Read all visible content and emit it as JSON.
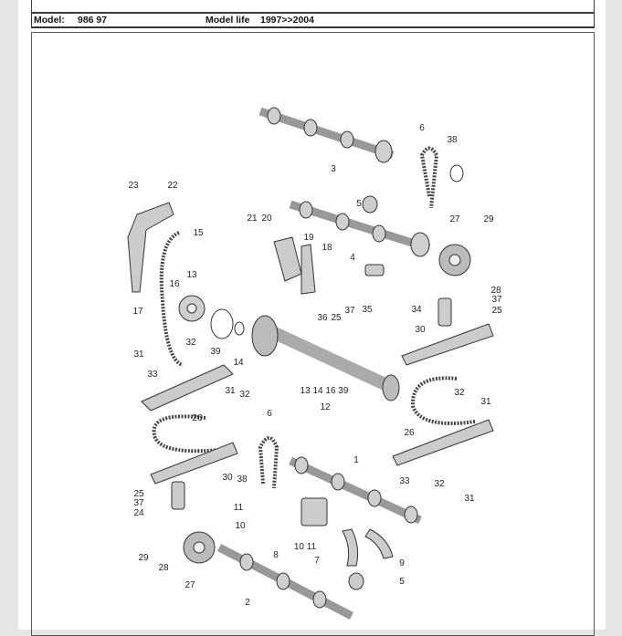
{
  "header": {
    "model_label": "Model:",
    "model_value": "986 97",
    "model_life_label": "Model life",
    "model_life_value": "1997>>2004"
  },
  "diagram": {
    "callouts": [
      "3",
      "6",
      "38",
      "23",
      "22",
      "21",
      "20",
      "5",
      "27",
      "29",
      "15",
      "19",
      "18",
      "4",
      "13",
      "16",
      "28",
      "37",
      "25",
      "34",
      "36",
      "25",
      "37",
      "35",
      "17",
      "39",
      "30",
      "31",
      "32",
      "14",
      "33",
      "31",
      "32",
      "13 14 16 39",
      "12",
      "32",
      "31",
      "26",
      "6",
      "1",
      "26",
      "30",
      "38",
      "33",
      "32",
      "31",
      "25",
      "37",
      "24",
      "11",
      "10",
      "8",
      "10 11",
      "7",
      "9",
      "29",
      "28",
      "27",
      "5",
      "2"
    ]
  }
}
